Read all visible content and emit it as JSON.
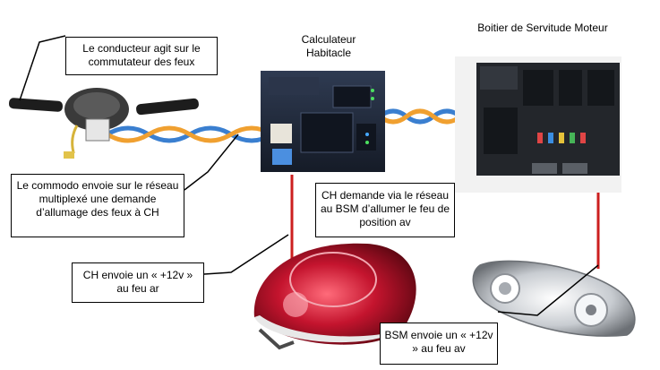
{
  "titles": {
    "ch_title": "Calculateur Habitacle",
    "bsm_title": "Boitier de Servitude Moteur"
  },
  "callouts": {
    "driver": "Le conducteur agit sur le commutateur des feux",
    "commodo": "Le commodo envoie sur le réseau multiplexé une demande d’allumage des feux à CH",
    "ch_request": "CH demande via le réseau au BSM d’allumer le feu de position av",
    "ch_rear": "CH envoie un « +12v » au feu ar",
    "bsm_front": "BSM envoie un « +12v » au feu av"
  },
  "colors": {
    "bus_orange": "#f0a030",
    "bus_blue": "#3a7fd0",
    "power_red": "#cc1f1f",
    "unit_dark": "#1c2332",
    "bsm_dark": "#23262b"
  },
  "icons": [
    "commodo-switch-icon",
    "ch-module-icon",
    "bsm-module-icon",
    "rear-light-icon",
    "headlight-icon"
  ]
}
